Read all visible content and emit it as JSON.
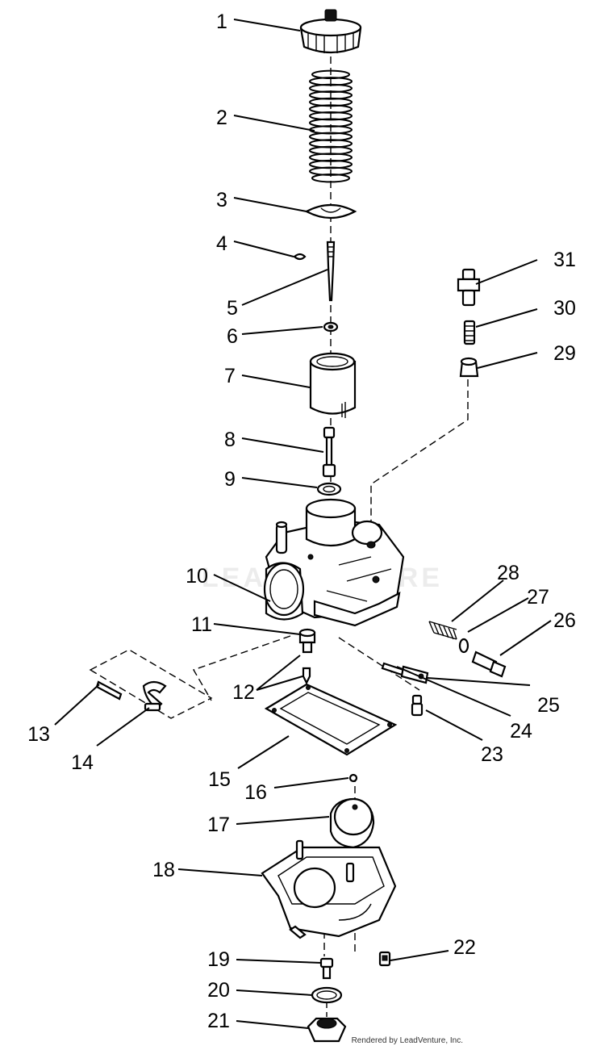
{
  "diagram": {
    "callouts": [
      "1",
      "2",
      "3",
      "4",
      "5",
      "6",
      "7",
      "8",
      "9",
      "10",
      "11",
      "12",
      "13",
      "14",
      "15",
      "16",
      "17",
      "18",
      "19",
      "20",
      "21",
      "22",
      "23",
      "24",
      "25",
      "26",
      "27",
      "28",
      "29",
      "30",
      "31"
    ]
  },
  "watermark": "LEADVENTURE",
  "credit": "Rendered by LeadVenture, Inc."
}
